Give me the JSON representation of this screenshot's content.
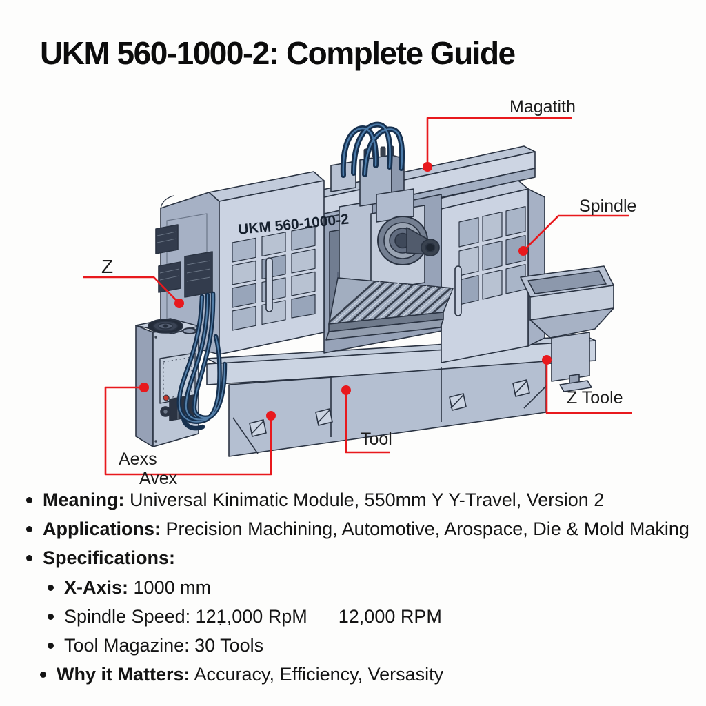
{
  "title": "UKM 560-1000-2: Complete Guide",
  "diagram": {
    "machine_label": "UKM 560-1000-2",
    "callouts": {
      "magazine": "Magatith",
      "spindle": "Spindle",
      "z_axis": "Z",
      "axis_1": "Aexs",
      "axis_2": "Avex",
      "tool": "Tool",
      "z_tool": "Z Toole"
    }
  },
  "bullets": [
    {
      "bold": "Meaning:",
      "text": " Universal Kinimatic Module, 550mm Y Y-Travel, Version 2"
    },
    {
      "bold": "Applications:",
      "text": " Precision Machining, Automotive, Arospace, Die & Mold Making"
    },
    {
      "bold": "Specifications:",
      "text": ""
    },
    {
      "bold": "X-Axis:",
      "text": " 1000 mm"
    },
    {
      "bold": "",
      "text": "Spindle Speed: 121̣,000 RpM",
      "text2": "12,000 RPM"
    },
    {
      "bold": "",
      "text": "Tool Magazine: 30 Tools"
    },
    {
      "bold": "Why it Matters:",
      "text": " Accuracy, Efficiency, Versasity"
    }
  ],
  "colors": {
    "accent_red": "#e8191d",
    "body_light": "#cbd3e2",
    "body_mid": "#a6b1c5",
    "body_dark": "#717d91",
    "outline": "#2a3342",
    "cable_blue": "#16304e",
    "text": "#141414"
  }
}
